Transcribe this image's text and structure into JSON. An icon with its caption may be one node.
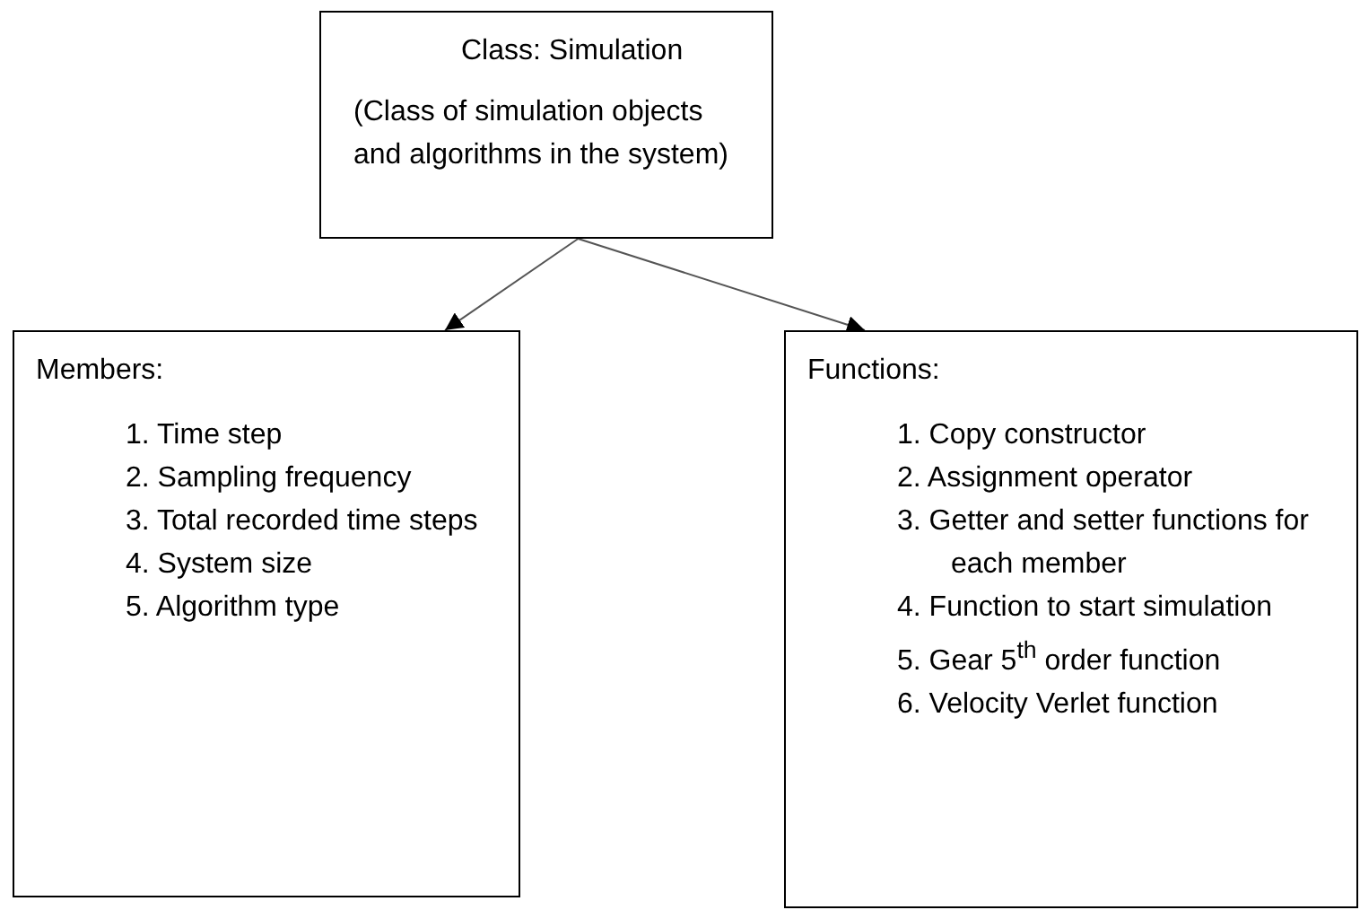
{
  "diagram": {
    "nodes": [
      {
        "text": [
          "Class: Simulation",
          "(Class of simulation objects and algorithms in the system)"
        ]
      },
      {
        "text": [
          "Members:",
          "1. Time step",
          "2. Sampling frequency",
          "3. Total recorded time steps",
          "4. System size",
          "5. Algorithm type"
        ]
      },
      {
        "text": [
          "Functions:",
          "1. Copy constructor",
          "2. Assignment operator",
          "3. Getter and setter functions for each member",
          "4. Function to start simulation",
          "5. Gear 5$^{th}$ order function",
          "6. Velocity Verlet function"
        ]
      }
    ],
    "edges": [
      {
        "from": 0,
        "to": 1,
        "arrow": "to"
      },
      {
        "from": 0,
        "to": 2,
        "arrow": "to"
      }
    ]
  }
}
